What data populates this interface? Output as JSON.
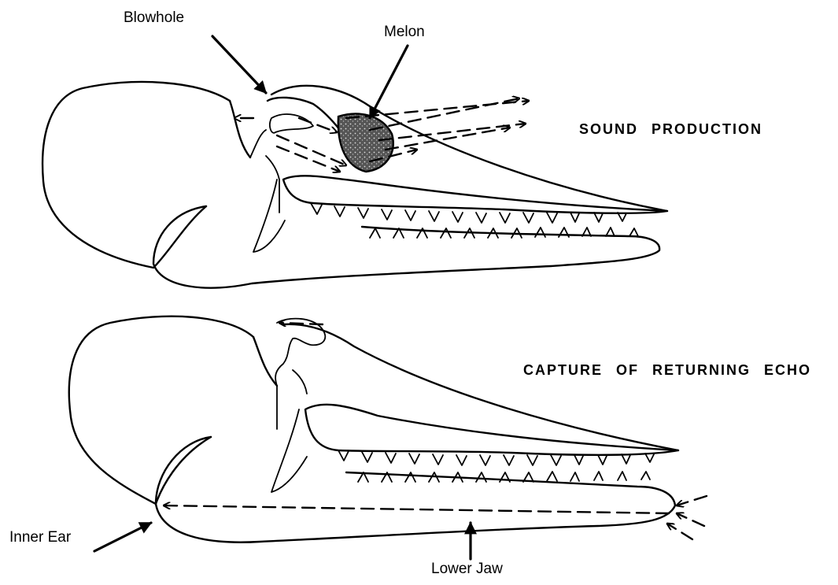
{
  "labels": {
    "blowhole": "Blowhole",
    "melon": "Melon",
    "inner_ear": "Inner Ear",
    "lower_jaw": "Lower Jaw"
  },
  "titles": {
    "sound_production": "SOUND PRODUCTION",
    "capture_echo": "CAPTURE OF RETURNING ECHO"
  }
}
